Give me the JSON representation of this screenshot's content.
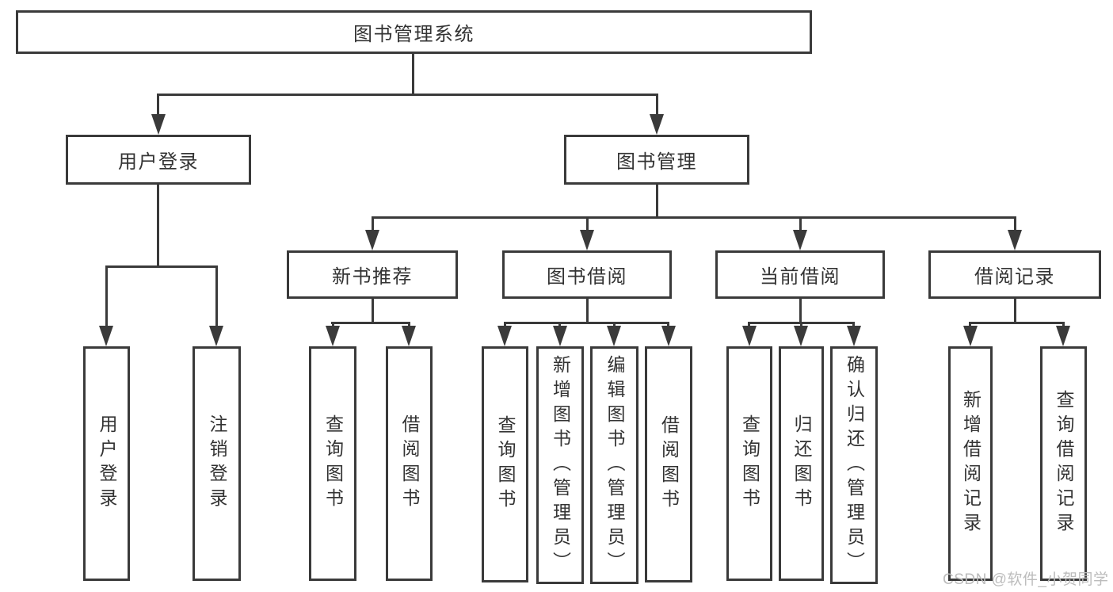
{
  "diagram": {
    "root": "图书管理系统",
    "level2": [
      "用户登录",
      "图书管理"
    ],
    "level3": [
      "新书推荐",
      "图书借阅",
      "当前借阅",
      "借阅记录"
    ],
    "leaves": {
      "login": [
        "用户登录",
        "注销登录"
      ],
      "recommend": [
        "查询图书",
        "借阅图书"
      ],
      "borrow": [
        "查询图书",
        "新增图书（管理员）",
        "编辑图书（管理员）",
        "借阅图书"
      ],
      "current": [
        "查询图书",
        "归还图书",
        "确认归还（管理员）"
      ],
      "records": [
        "新增借阅记录",
        "查询借阅记录"
      ]
    }
  },
  "watermark": "CSDN @软件_小贺同学",
  "colors": {
    "line": "#3a3a3a",
    "box_border": "#3a3a3a",
    "box_fill": "#ffffff",
    "text": "#333333",
    "watermark": "#bcbcbc",
    "background": "#ffffff"
  }
}
